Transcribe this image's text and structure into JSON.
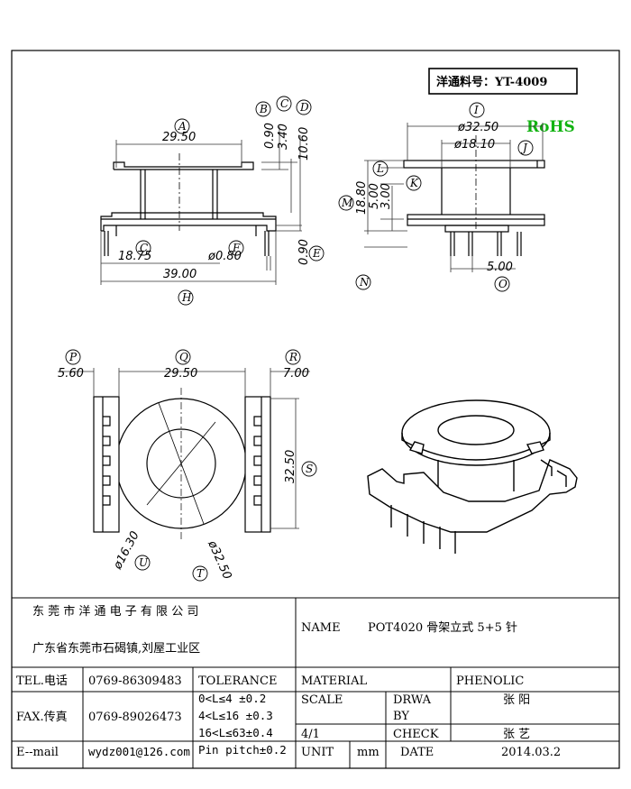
{
  "part_label": "洋通料号：YT-4009",
  "rohs": "RoHS",
  "colors": {
    "rohs": "#12b312",
    "line": "#000000",
    "dim_line": "#333333"
  },
  "views": {
    "front": {
      "dims": {
        "d1": "29.50",
        "d2": "18.75",
        "d3": "ø0.80",
        "d4": "39.00",
        "d5": "0.90",
        "d6": "3.40",
        "d7": "10.60",
        "d8": "0.90"
      },
      "labels": {
        "A": "A",
        "B": "B",
        "C1": "C",
        "C2": "C",
        "D": "D",
        "E": "E",
        "F": "F",
        "H": "H"
      }
    },
    "side": {
      "dims": {
        "d1": "ø32.50",
        "d2": "ø18.10",
        "d3": "18.80",
        "d4": "5.00",
        "d5": "3.00",
        "d6": "5.00"
      },
      "labels": {
        "I": "I",
        "J": "J",
        "K": "K",
        "L": "L",
        "M": "M",
        "N": "N",
        "O": "O"
      }
    },
    "bottom": {
      "dims": {
        "d1": "5.60",
        "d2": "29.50",
        "d3": "7.00",
        "d4": "32.50",
        "d5": "ø16.30",
        "d6": "ø32.50"
      },
      "labels": {
        "P": "P",
        "Q": "Q",
        "R": "R",
        "S": "S",
        "T": "T",
        "U": "U"
      }
    }
  },
  "title_block": {
    "company": "东 莞 市 洋 通 电 子 有 限 公 司",
    "address": "广东省东莞市石碣镇,刘屋工业区",
    "name_label": "NAME",
    "name_value": "POT4020 骨架立式 5+5 针",
    "tel_label": "TEL.电话",
    "tel_value": "0769-86309483",
    "fax_label": "FAX.传真",
    "fax_value": "0769-89026473",
    "email_label": "E--mail",
    "email_value": "wydz001@126.com",
    "tolerance_label": "TOLERANCE",
    "tolerances": [
      "0<L≤4   ±0.2",
      "4<L≤16  ±0.3",
      "16<L≤63±0.4",
      "Pin pitch±0.2"
    ],
    "material_label": "MATERIAL",
    "material_value": "PHENOLIC",
    "scale_label": "SCALE",
    "scale_value": "4/1",
    "draw_label_1": "DRWA",
    "draw_label_2": "BY",
    "draw_value": "张 阳",
    "check_label": "CHECK",
    "check_value": "张 艺",
    "unit_label": "UNIT",
    "unit_value": "mm",
    "date_label": "DATE",
    "date_value": "2014.03.2"
  }
}
